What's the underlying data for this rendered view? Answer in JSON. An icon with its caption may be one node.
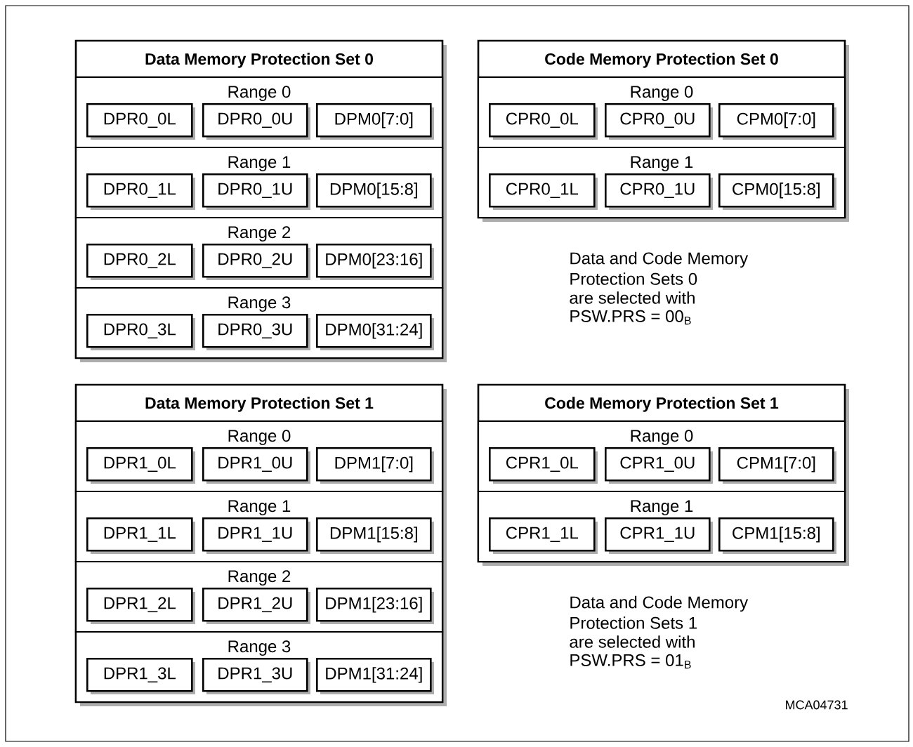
{
  "diagram": {
    "nodes": [
      {
        "text": [
          "Data Memory Protection Set 0"
        ]
      },
      {
        "text": [
          "Range 0"
        ],
        "in": 0
      },
      {
        "text": [
          "DPR0_0L"
        ],
        "in": 1
      },
      {
        "text": [
          "DPR0_0U"
        ],
        "in": 1
      },
      {
        "text": [
          "DPM0[7:0]"
        ],
        "in": 1
      },
      {
        "text": [
          "Range 1"
        ],
        "in": 0
      },
      {
        "text": [
          "DPR0_1L"
        ],
        "in": 5
      },
      {
        "text": [
          "DPR0_1U"
        ],
        "in": 5
      },
      {
        "text": [
          "DPM0[15:8]"
        ],
        "in": 5
      },
      {
        "text": [
          "Range 2"
        ],
        "in": 0
      },
      {
        "text": [
          "DPR0_2L"
        ],
        "in": 9
      },
      {
        "text": [
          "DPR0_2U"
        ],
        "in": 9
      },
      {
        "text": [
          "DPM0[23:16]"
        ],
        "in": 9
      },
      {
        "text": [
          "Range 3"
        ],
        "in": 0
      },
      {
        "text": [
          "DPR0_3L"
        ],
        "in": 13
      },
      {
        "text": [
          "DPR0_3U"
        ],
        "in": 13
      },
      {
        "text": [
          "DPM0[31:24]"
        ],
        "in": 13
      },
      {
        "text": [
          "Code Memory Protection Set 0"
        ]
      },
      {
        "text": [
          "Range 0"
        ],
        "in": 17
      },
      {
        "text": [
          "CPR0_0L"
        ],
        "in": 18
      },
      {
        "text": [
          "CPR0_0U"
        ],
        "in": 18
      },
      {
        "text": [
          "CPM0[7:0]"
        ],
        "in": 18
      },
      {
        "text": [
          "Range 1"
        ],
        "in": 17
      },
      {
        "text": [
          "CPR0_1L"
        ],
        "in": 22
      },
      {
        "text": [
          "CPR0_1U"
        ],
        "in": 22
      },
      {
        "text": [
          "CPM0[15:8]"
        ],
        "in": 22
      },
      {
        "text": [
          "Data Memory Protection Set 1"
        ]
      },
      {
        "text": [
          "Range 0"
        ],
        "in": 26
      },
      {
        "text": [
          "DPR1_0L"
        ],
        "in": 27
      },
      {
        "text": [
          "DPR1_0U"
        ],
        "in": 27
      },
      {
        "text": [
          "DPM1[7:0]"
        ],
        "in": 27
      },
      {
        "text": [
          "Range 1"
        ],
        "in": 26
      },
      {
        "text": [
          "DPR1_1L"
        ],
        "in": 31
      },
      {
        "text": [
          "DPR1_1U"
        ],
        "in": 31
      },
      {
        "text": [
          "DPM1[15:8]"
        ],
        "in": 31
      },
      {
        "text": [
          "Range 2"
        ],
        "in": 26
      },
      {
        "text": [
          "DPR1_2L"
        ],
        "in": 35
      },
      {
        "text": [
          "DPR1_2U"
        ],
        "in": 35
      },
      {
        "text": [
          "DPM1[23:16]"
        ],
        "in": 35
      },
      {
        "text": [
          "Range 3"
        ],
        "in": 26
      },
      {
        "text": [
          "DPR1_3L"
        ],
        "in": 39
      },
      {
        "text": [
          "DPR1_3U"
        ],
        "in": 39
      },
      {
        "text": [
          "DPM1[31:24]"
        ],
        "in": 39
      },
      {
        "text": [
          "Code Memory Protection Set 1"
        ]
      },
      {
        "text": [
          "Range 0"
        ],
        "in": 43
      },
      {
        "text": [
          "CPR1_0L"
        ],
        "in": 44
      },
      {
        "text": [
          "CPR1_0U"
        ],
        "in": 44
      },
      {
        "text": [
          "CPM1[7:0]"
        ],
        "in": 44
      },
      {
        "text": [
          "Range 1"
        ],
        "in": 43
      },
      {
        "text": [
          "CPR1_1L"
        ],
        "in": 48
      },
      {
        "text": [
          "CPR1_1U"
        ],
        "in": 48
      },
      {
        "text": [
          "CPM1[15:8]"
        ],
        "in": 48
      }
    ],
    "labels": [
      "Data and Code Memory",
      "Protection Sets 0",
      "are selected with",
      "PSW.PRS = 00$_{B}$",
      "Data and Code Memory",
      "Protection Sets 1",
      "are selected with",
      "PSW.PRS = 01$_{B}$",
      "MCA04731"
    ]
  }
}
